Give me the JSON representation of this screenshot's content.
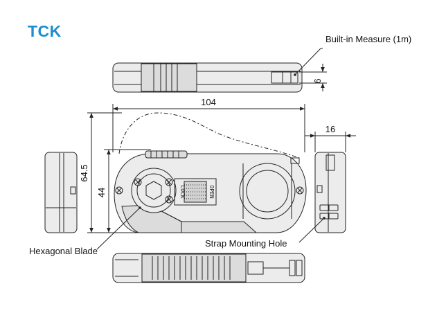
{
  "title": {
    "text": "TCK",
    "color": "#1a8ed1"
  },
  "callouts": {
    "measure": "Built-in Measure (1m)",
    "blade": "Hexagonal Blade",
    "strap": "Strap Mounting Hole"
  },
  "dimensions": {
    "length": "104",
    "height_outer": "64.5",
    "height_inner": "44",
    "width": "16",
    "measure_width": "6"
  },
  "markings": {
    "lock": "LOCK",
    "open": "OPEN"
  }
}
